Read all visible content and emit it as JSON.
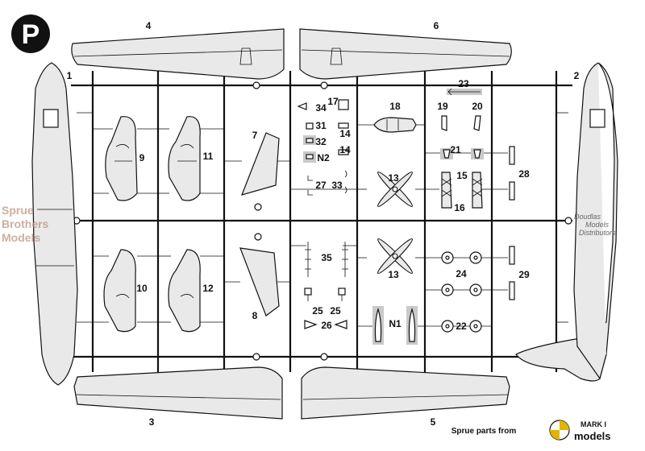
{
  "sprue_letter": "P",
  "part_numbers": {
    "p1": "1",
    "p2": "2",
    "p3": "3",
    "p4": "4",
    "p5": "5",
    "p6": "6",
    "p7": "7",
    "p8": "8",
    "p9": "9",
    "p10": "10",
    "p11": "11",
    "p12": "12",
    "p13a": "13",
    "p13b": "13",
    "p14a": "14",
    "p14b": "14",
    "p15": "15",
    "p16": "16",
    "p17": "17",
    "p18": "18",
    "p19": "19",
    "p20": "20",
    "p21": "21",
    "p22": "22",
    "p23": "23",
    "p24": "24",
    "p25a": "25",
    "p25b": "25",
    "p26": "26",
    "p27": "27",
    "p28": "28",
    "p29": "29",
    "p31": "31",
    "p32": "32",
    "p33": "33",
    "p34": "34",
    "p35": "35",
    "pn1": "N1",
    "pn2": "N2"
  },
  "footer": {
    "credit": "Sprue parts from",
    "brand_top": "MARK I",
    "brand_bottom": "models"
  },
  "watermarks": {
    "left_line1": "Sprue",
    "left_line2": "Brothers",
    "left_line3": "Models",
    "right_line1": "Doudlas",
    "right_line2": "Models",
    "right_line3": "Distributors"
  },
  "colors": {
    "line": "#111111",
    "part_fill": "#e9e9e9",
    "highlight": "#c9c9c9"
  }
}
